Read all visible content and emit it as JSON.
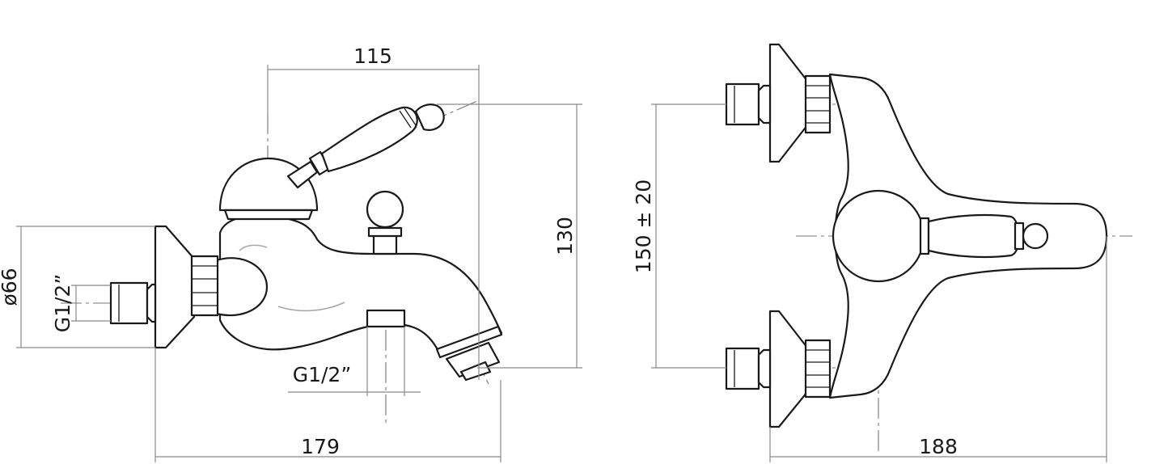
{
  "dimensions": {
    "side_top_width": "115",
    "side_height": "130",
    "side_wall_flange_dia": "ø66",
    "side_inlet_thread": "G1/2”",
    "side_spout_thread": "G1/2”",
    "side_total_width": "179",
    "top_centre_distance": "150 ± 20",
    "top_total_width": "188"
  }
}
